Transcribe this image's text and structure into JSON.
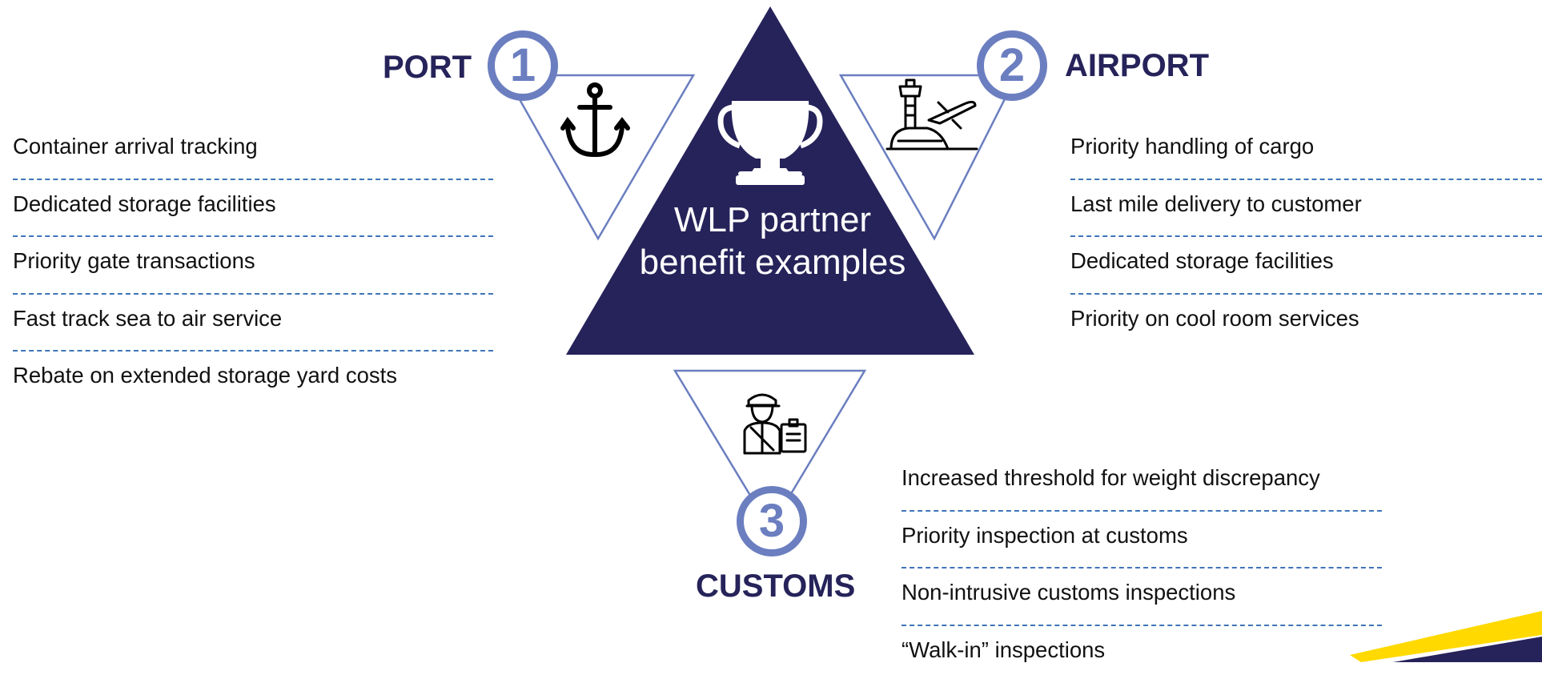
{
  "center": {
    "title_line1": "WLP partner",
    "title_line2": "benefit examples",
    "icon": "trophy-icon"
  },
  "port": {
    "title": "PORT",
    "number": "1",
    "icon": "anchor-icon",
    "items": [
      "Container arrival tracking",
      "Dedicated storage facilities",
      "Priority gate transactions",
      "Fast track sea to air service",
      "Rebate on extended storage yard costs"
    ]
  },
  "airport": {
    "title": "AIRPORT",
    "number": "2",
    "icon": "airport-plane-icon",
    "items": [
      "Priority handling of cargo",
      "Last mile delivery to customer",
      "Dedicated storage facilities",
      "Priority on cool room services"
    ]
  },
  "customs": {
    "title": "CUSTOMS",
    "number": "3",
    "icon": "customs-officer-icon",
    "items": [
      "Increased threshold for weight discrepancy",
      "Priority inspection at customs",
      "Non-intrusive customs inspections",
      "“Walk-in” inspections"
    ]
  },
  "colors": {
    "navy": "#26235a",
    "accent": "#6b7ec0",
    "divider": "#3f74b8",
    "corner_yellow": "#ffd900"
  }
}
